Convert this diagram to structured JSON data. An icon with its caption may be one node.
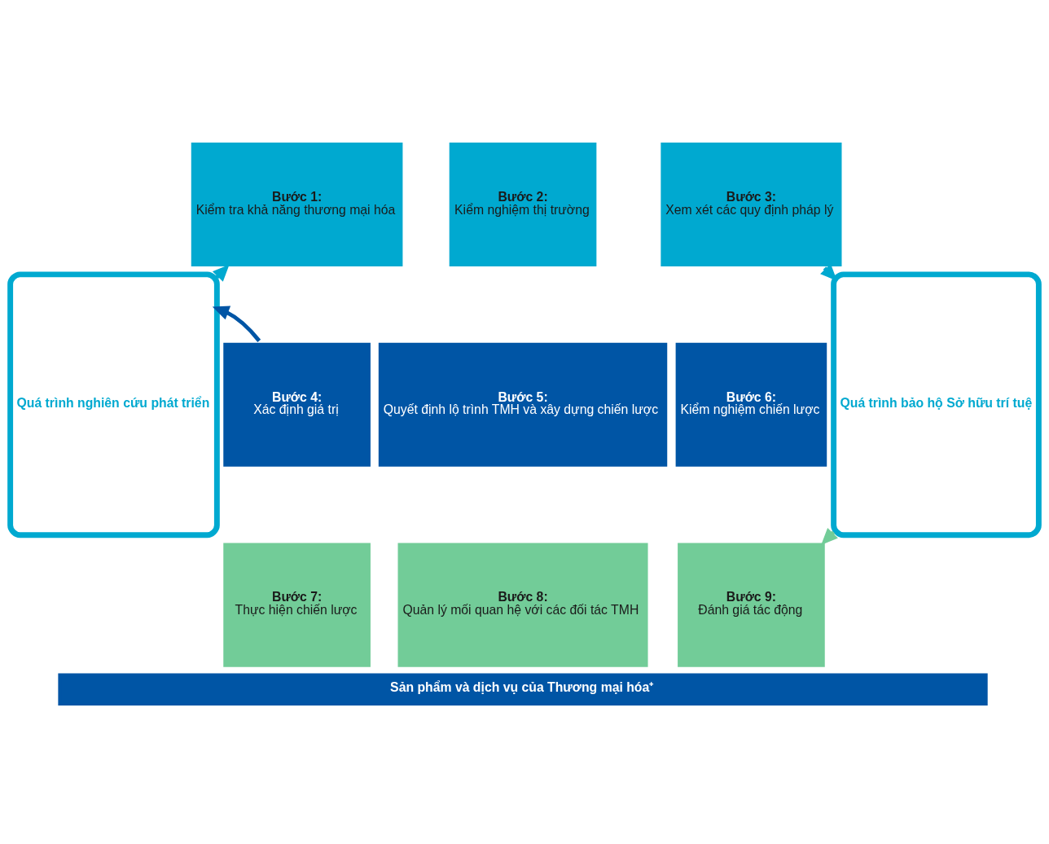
{
  "diagram": {
    "nodes": [
      {
        "text": [
          "Quá trình nghiên cứu phát triển"
        ]
      },
      {
        "text": [
          "Bước 1:",
          "Kiểm tra khả năng thương mại hóa"
        ]
      },
      {
        "text": [
          "Bước 2:",
          "Kiểm nghiệm thị trường"
        ]
      },
      {
        "text": [
          "Bước 3:",
          "Xem xét các quy định pháp lý"
        ]
      },
      {
        "text": [
          "Bước 4:",
          "Xác định giá trị"
        ]
      },
      {
        "text": [
          "Bước 5:",
          "Quyết định lộ trình TMH và xây dựng chiến lược"
        ]
      },
      {
        "text": [
          "Bước 6:",
          "Kiểm nghiệm chiến lược"
        ]
      },
      {
        "text": [
          "Bước 7:",
          "Thực hiện chiến lược"
        ]
      },
      {
        "text": [
          "Bước 8:",
          "Quản lý mối quan hệ với các đối tác TMH"
        ]
      },
      {
        "text": [
          "Bước 9:",
          "Đánh giá tác động"
        ]
      },
      {
        "text": [
          "Quá trình bảo hộ Sở hữu trí tuệ"
        ]
      },
      {
        "text": [
          "Sản phẩm và dịch vụ của Thương mại hóa⁺"
        ]
      }
    ],
    "edges": [
      {
        "from": 0,
        "to": 1,
        "arrow": "to"
      },
      {
        "from": 4,
        "to": 0,
        "arrow": "to",
        "color": "#0055a5"
      },
      {
        "from": 3,
        "to": 10,
        "arrow": "to"
      },
      {
        "from": 10,
        "to": 9,
        "arrow": "to",
        "color": "#72cc98"
      }
    ]
  }
}
